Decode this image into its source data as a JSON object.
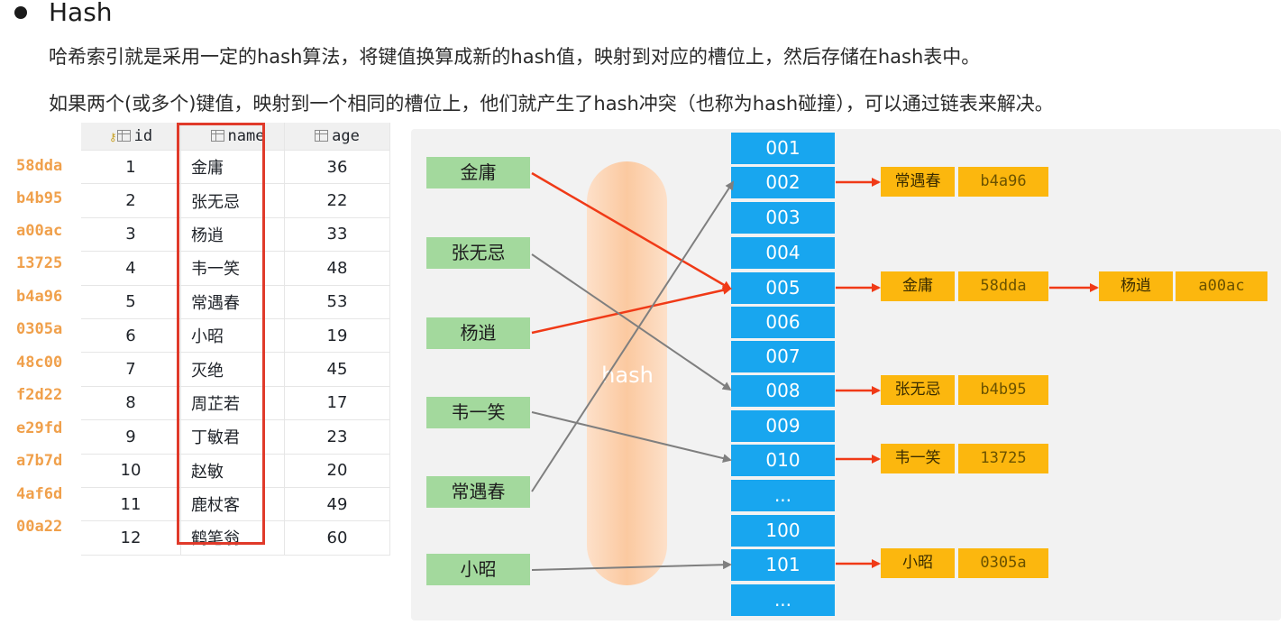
{
  "heading": "Hash",
  "paragraphs": [
    "哈希索引就是采用一定的hash算法，将键值换算成新的hash值，映射到对应的槽位上，然后存储在hash表中。",
    "如果两个(或多个)键值，映射到一个相同的槽位上，他们就产生了hash冲突（也称为hash碰撞），可以通过链表来解决。"
  ],
  "table": {
    "headers": [
      "id",
      "name",
      "age"
    ],
    "rows": [
      {
        "hash": "58dda",
        "id": "1",
        "name": "金庸",
        "age": "36"
      },
      {
        "hash": "b4b95",
        "id": "2",
        "name": "张无忌",
        "age": "22"
      },
      {
        "hash": "a00ac",
        "id": "3",
        "name": "杨逍",
        "age": "33"
      },
      {
        "hash": "13725",
        "id": "4",
        "name": "韦一笑",
        "age": "48"
      },
      {
        "hash": "b4a96",
        "id": "5",
        "name": "常遇春",
        "age": "53"
      },
      {
        "hash": "0305a",
        "id": "6",
        "name": "小昭",
        "age": "19"
      },
      {
        "hash": "48c00",
        "id": "7",
        "name": "灭绝",
        "age": "45"
      },
      {
        "hash": "f2d22",
        "id": "8",
        "name": "周芷若",
        "age": "17"
      },
      {
        "hash": "e29fd",
        "id": "9",
        "name": "丁敏君",
        "age": "23"
      },
      {
        "hash": "a7b7d",
        "id": "10",
        "name": "赵敏",
        "age": "20"
      },
      {
        "hash": "4af6d",
        "id": "11",
        "name": "鹿杖客",
        "age": "49"
      },
      {
        "hash": "00a22",
        "id": "12",
        "name": "鹤笔翁",
        "age": "60"
      }
    ]
  },
  "diagram": {
    "hash_label": "hash",
    "names": [
      "金庸",
      "张无忌",
      "杨逍",
      "韦一笑",
      "常遇春",
      "小昭"
    ],
    "slots": [
      "001",
      "002",
      "003",
      "004",
      "005",
      "006",
      "007",
      "008",
      "009",
      "010",
      "...",
      "100",
      "101",
      "..."
    ],
    "chains": {
      "002": [
        {
          "name": "常遇春",
          "hash": "b4a96"
        }
      ],
      "005": [
        {
          "name": "金庸",
          "hash": "58dda"
        },
        {
          "name": "杨逍",
          "hash": "a00ac"
        }
      ],
      "008": [
        {
          "name": "张无忌",
          "hash": "b4b95"
        }
      ],
      "010": [
        {
          "name": "韦一笑",
          "hash": "13725"
        }
      ],
      "101": [
        {
          "name": "小昭",
          "hash": "0305a"
        }
      ]
    },
    "mappings": [
      {
        "name": "金庸",
        "slot": "005",
        "color": "#f03a17"
      },
      {
        "name": "杨逍",
        "slot": "005",
        "color": "#f03a17"
      },
      {
        "name": "张无忌",
        "slot": "008",
        "color": "#7f7f7f"
      },
      {
        "name": "韦一笑",
        "slot": "010",
        "color": "#7f7f7f"
      },
      {
        "name": "常遇春",
        "slot": "002",
        "color": "#7f7f7f"
      },
      {
        "name": "小昭",
        "slot": "101",
        "color": "#7f7f7f"
      }
    ],
    "colors": {
      "name_box": "#a3d99d",
      "slot": "#18a6ef",
      "entry": "#fcb70e",
      "collision_arrow": "#f03a17",
      "chain_arrow": "#f03a17",
      "normal_arrow": "#7f7f7f",
      "highlight_border": "#e03a2a",
      "row_hash": "#f0a04b"
    }
  }
}
